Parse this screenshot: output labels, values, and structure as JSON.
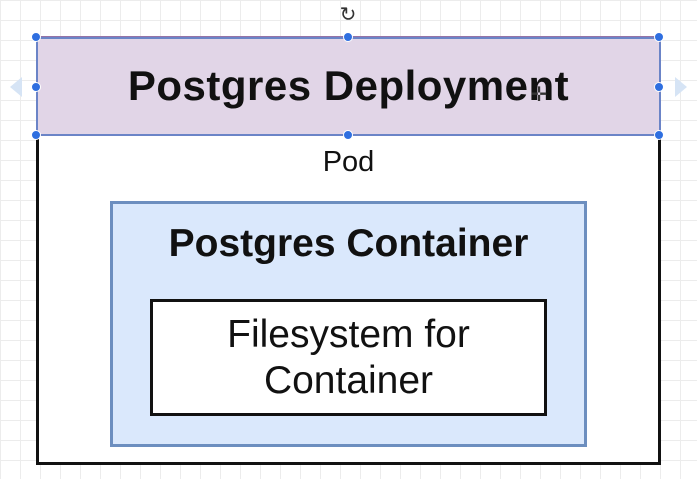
{
  "diagram": {
    "deployment": {
      "label": "Postgres Deployment"
    },
    "pod": {
      "label": "Pod"
    },
    "container": {
      "label": "Postgres Container"
    },
    "filesystem": {
      "label_line1": "Filesystem for",
      "label_line2": "Container"
    }
  },
  "icons": {
    "rotate": "rotate-icon",
    "move": "move-cursor-icon",
    "arrow_left": "arrow-left-icon",
    "arrow_right": "arrow-right-icon"
  },
  "colors": {
    "deployment_fill": "#e1d5e7",
    "deployment_stroke": "#9673a6",
    "container_fill": "#dae8fc",
    "container_stroke": "#6c8ebf",
    "selection_handle": "#2f6fe0"
  }
}
